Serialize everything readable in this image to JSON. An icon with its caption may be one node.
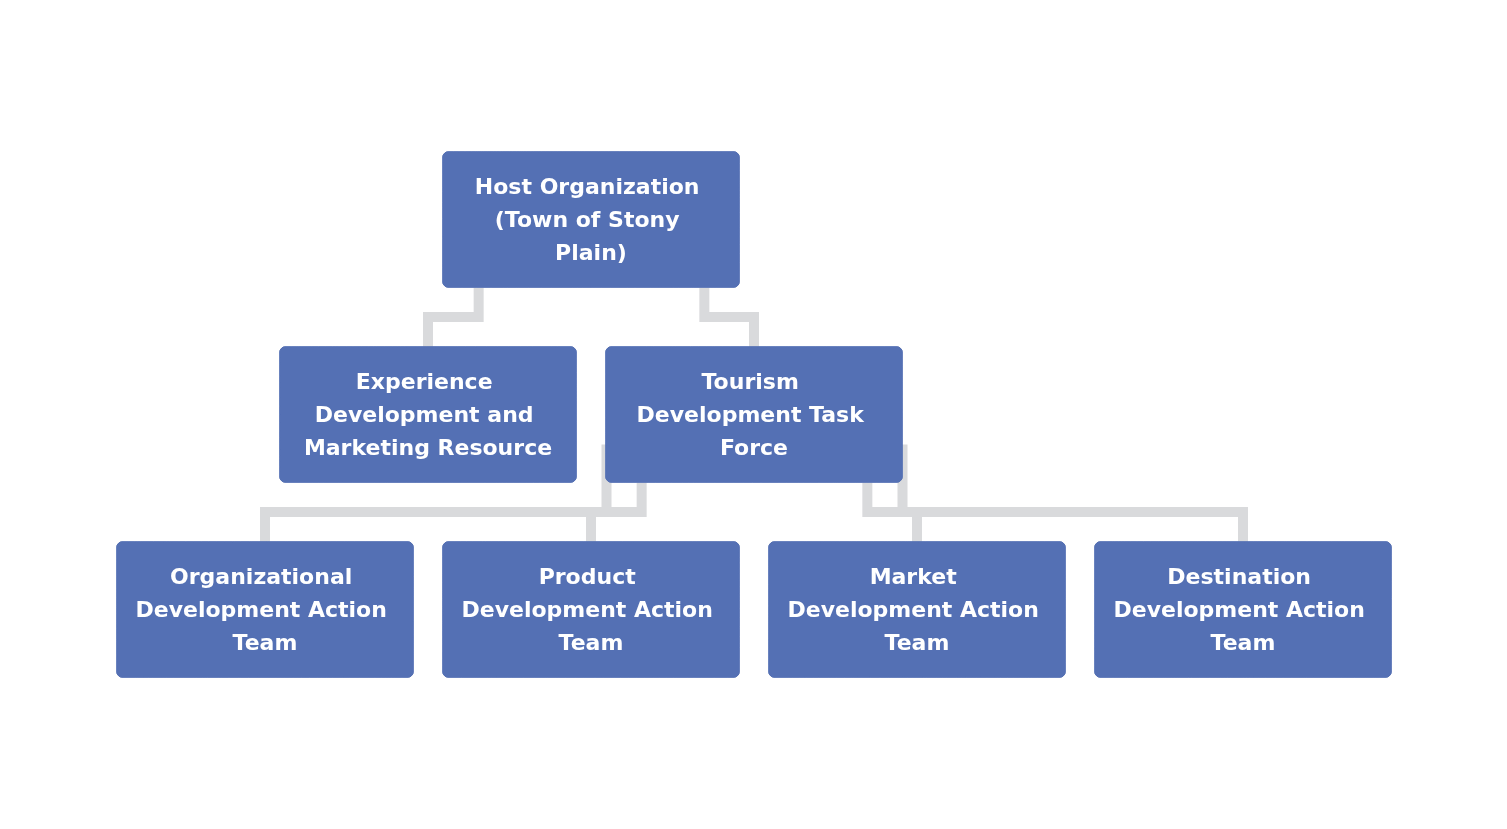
{
  "diagram": {
    "nodes": [
      {
        "text": [
          "Host Organization (Town of Stony Plain)"
        ]
      },
      {
        "text": [
          "Experience Development and Marketing Resource"
        ]
      },
      {
        "text": [
          "Tourism Development Task Force"
        ]
      },
      {
        "text": [
          "Organizational Development Action Team"
        ]
      },
      {
        "text": [
          "Product Development Action Team"
        ]
      },
      {
        "text": [
          "Market Development Action Team"
        ]
      },
      {
        "text": [
          "Destination Development Action Team"
        ]
      }
    ],
    "edges": [
      {
        "from": 0,
        "to": 1,
        "arrow": "none"
      },
      {
        "from": 0,
        "to": 2,
        "arrow": "none"
      },
      {
        "from": 2,
        "to": 3,
        "arrow": "none"
      },
      {
        "from": 2,
        "to": 4,
        "arrow": "none"
      },
      {
        "from": 2,
        "to": 5,
        "arrow": "none"
      },
      {
        "from": 2,
        "to": 6,
        "arrow": "none"
      }
    ]
  }
}
